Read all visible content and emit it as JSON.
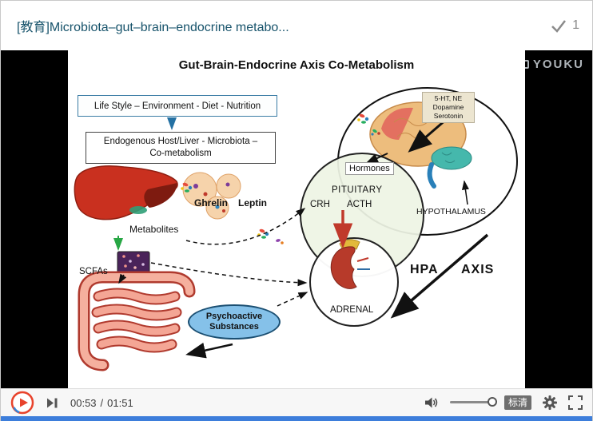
{
  "header": {
    "title": "[教育]Microbiota–gut–brain–endocrine metabo...",
    "count": "1"
  },
  "watermark": {
    "label": "YOUKU"
  },
  "slide": {
    "title": "Gut-Brain-Endocrine Axis Co-Metabolism",
    "lifestyle_box": "Life Style – Environment - Diet - Nutrition",
    "endogenous_box": "Endogenous Host/Liver - Microbiota –\nCo-metabolism",
    "labels": {
      "ghrelin": "Ghrelin",
      "leptin": "Leptin",
      "metabolites": "Metabolites",
      "scfas": "SCFAs",
      "psychoactive": "Psychoactive\nSubstances",
      "hormones": "Hormones",
      "pituitary": "PITUITARY",
      "crh": "CRH",
      "acth": "ACTH",
      "adrenal": "ADRENAL",
      "neurotransmitters": "5-HT, NE\nDopamine\nSerotonin",
      "hypothalamus": "HYPOTHALAMUS",
      "hpa": "HPA",
      "axis": "AXIS"
    }
  },
  "controls": {
    "time_current": "00:53",
    "time_sep": "/",
    "time_total": "01:51",
    "quality": "标清"
  },
  "colors": {
    "accent_blue": "#3d7edb",
    "play_orange": "#e8432c",
    "psychoactive_text": "#e01b1b"
  }
}
